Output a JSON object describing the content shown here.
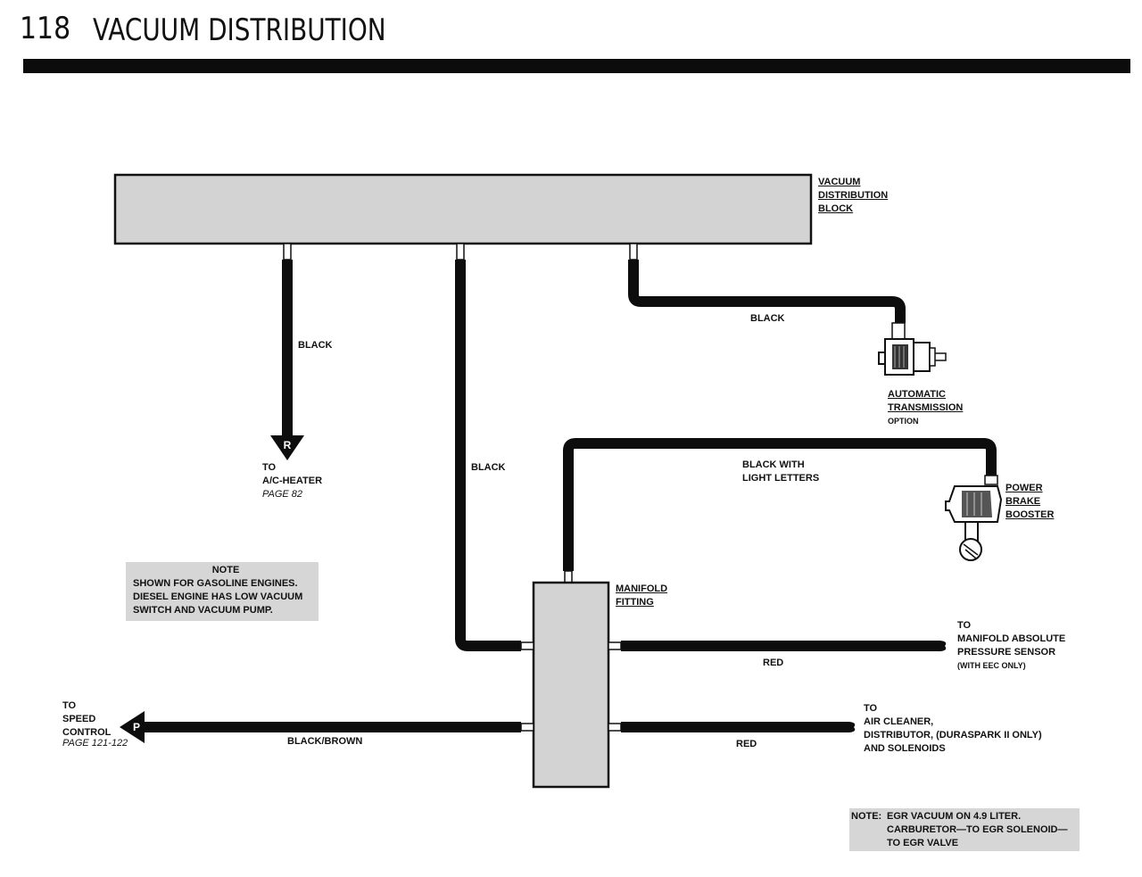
{
  "header": {
    "page_number": "118",
    "title": "VACUUM DISTRIBUTION"
  },
  "components": {
    "distribution_block": [
      "VACUUM",
      "DISTRIBUTION",
      "BLOCK"
    ],
    "auto_trans": [
      "AUTOMATIC",
      "TRANSMISSION"
    ],
    "auto_trans_option": "OPTION",
    "brake_booster": [
      "POWER",
      "BRAKE",
      "BOOSTER"
    ],
    "manifold_fitting": [
      "MANIFOLD",
      "FITTING"
    ]
  },
  "hoses": {
    "to_ac_heater": "BLACK",
    "to_manifold": "BLACK",
    "to_auto_trans": "BLACK",
    "to_brake_booster": [
      "BLACK WITH",
      "LIGHT LETTERS"
    ],
    "to_map_sensor": "RED",
    "to_air_cleaner": "RED",
    "to_speed_control": "BLACK/BROWN"
  },
  "connectors": {
    "ac_heater": "R",
    "speed_control": "P"
  },
  "destinations": {
    "ac_heater": [
      "TO",
      "A/C-HEATER"
    ],
    "ac_heater_page": "PAGE 82",
    "speed_control": [
      "TO",
      "SPEED",
      "CONTROL"
    ],
    "speed_control_page": "PAGE 121-122",
    "map_sensor": [
      "TO",
      "MANIFOLD ABSOLUTE",
      "PRESSURE SENSOR"
    ],
    "map_sensor_note": "(WITH EEC ONLY)",
    "air_cleaner": [
      "TO",
      "AIR CLEANER,",
      "DISTRIBUTOR, (DURASPARK II ONLY)",
      "AND SOLENOIDS"
    ]
  },
  "notes": {
    "gasoline_heading": "NOTE",
    "gasoline": [
      "SHOWN FOR GASOLINE ENGINES.",
      "DIESEL ENGINE HAS LOW VACUUM",
      "SWITCH AND VACUUM PUMP."
    ],
    "egr_label": "NOTE:",
    "egr": [
      "EGR VACUUM ON 4.9 LITER.",
      "CARBURETOR—TO EGR SOLENOID—",
      "TO EGR VALVE"
    ]
  },
  "colors": {
    "hose": "#0d0d0d",
    "block_fill": "#d3d3d3",
    "note_fill": "#d6d6d6"
  }
}
